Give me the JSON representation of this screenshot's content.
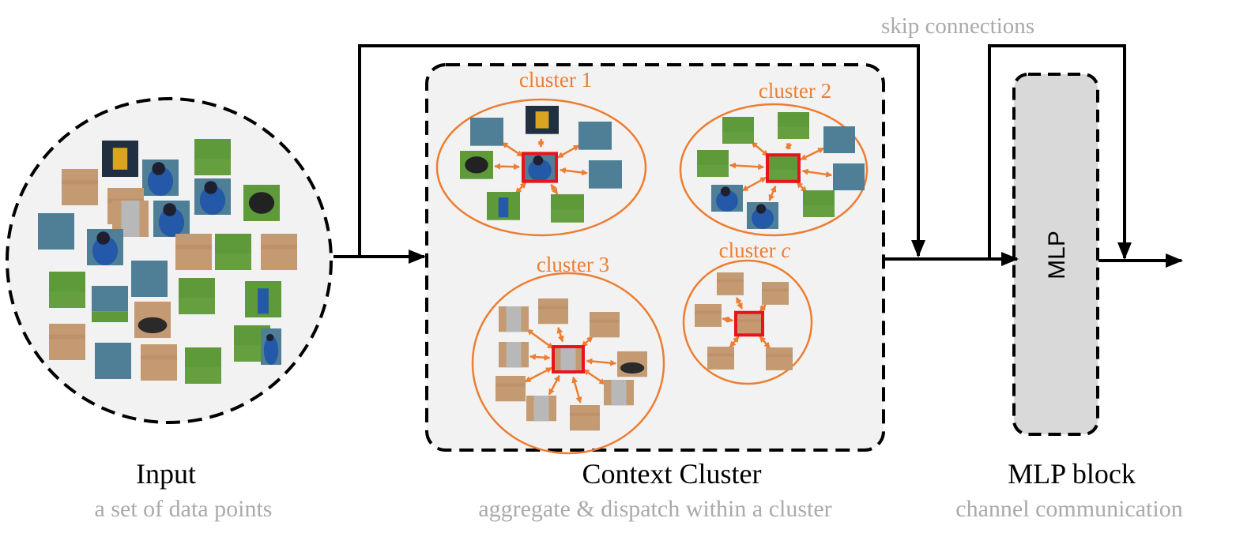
{
  "labels": {
    "skip": "skip connections",
    "input_title": "Input",
    "input_sub": "a set of data points",
    "cc_title": "Context Cluster",
    "cc_sub": "aggregate & dispatch within a cluster",
    "mlp_title": "MLP block",
    "mlp_sub": "channel communication",
    "mlp_box": "MLP"
  },
  "clusters": [
    {
      "label_prefix": "cluster ",
      "label_id": "1"
    },
    {
      "label_prefix": "cluster ",
      "label_id": "2"
    },
    {
      "label_prefix": "cluster ",
      "label_id": "3"
    },
    {
      "label_prefix": "cluster ",
      "label_id": "c"
    }
  ],
  "colors": {
    "cluster": "#ed7d31",
    "center": "#e8141b",
    "caption_main": "#000000",
    "caption_sub": "#aaaaaa",
    "panel_bg": "#f2f2f2",
    "mlp_bg": "#d9d9d9",
    "sky": "#4f7f96",
    "grass": "#5f9a3a",
    "dirt": "#c49a72",
    "jersey": "#2458a8",
    "pants": "#b8b8b8",
    "dark": "#1e2030"
  }
}
